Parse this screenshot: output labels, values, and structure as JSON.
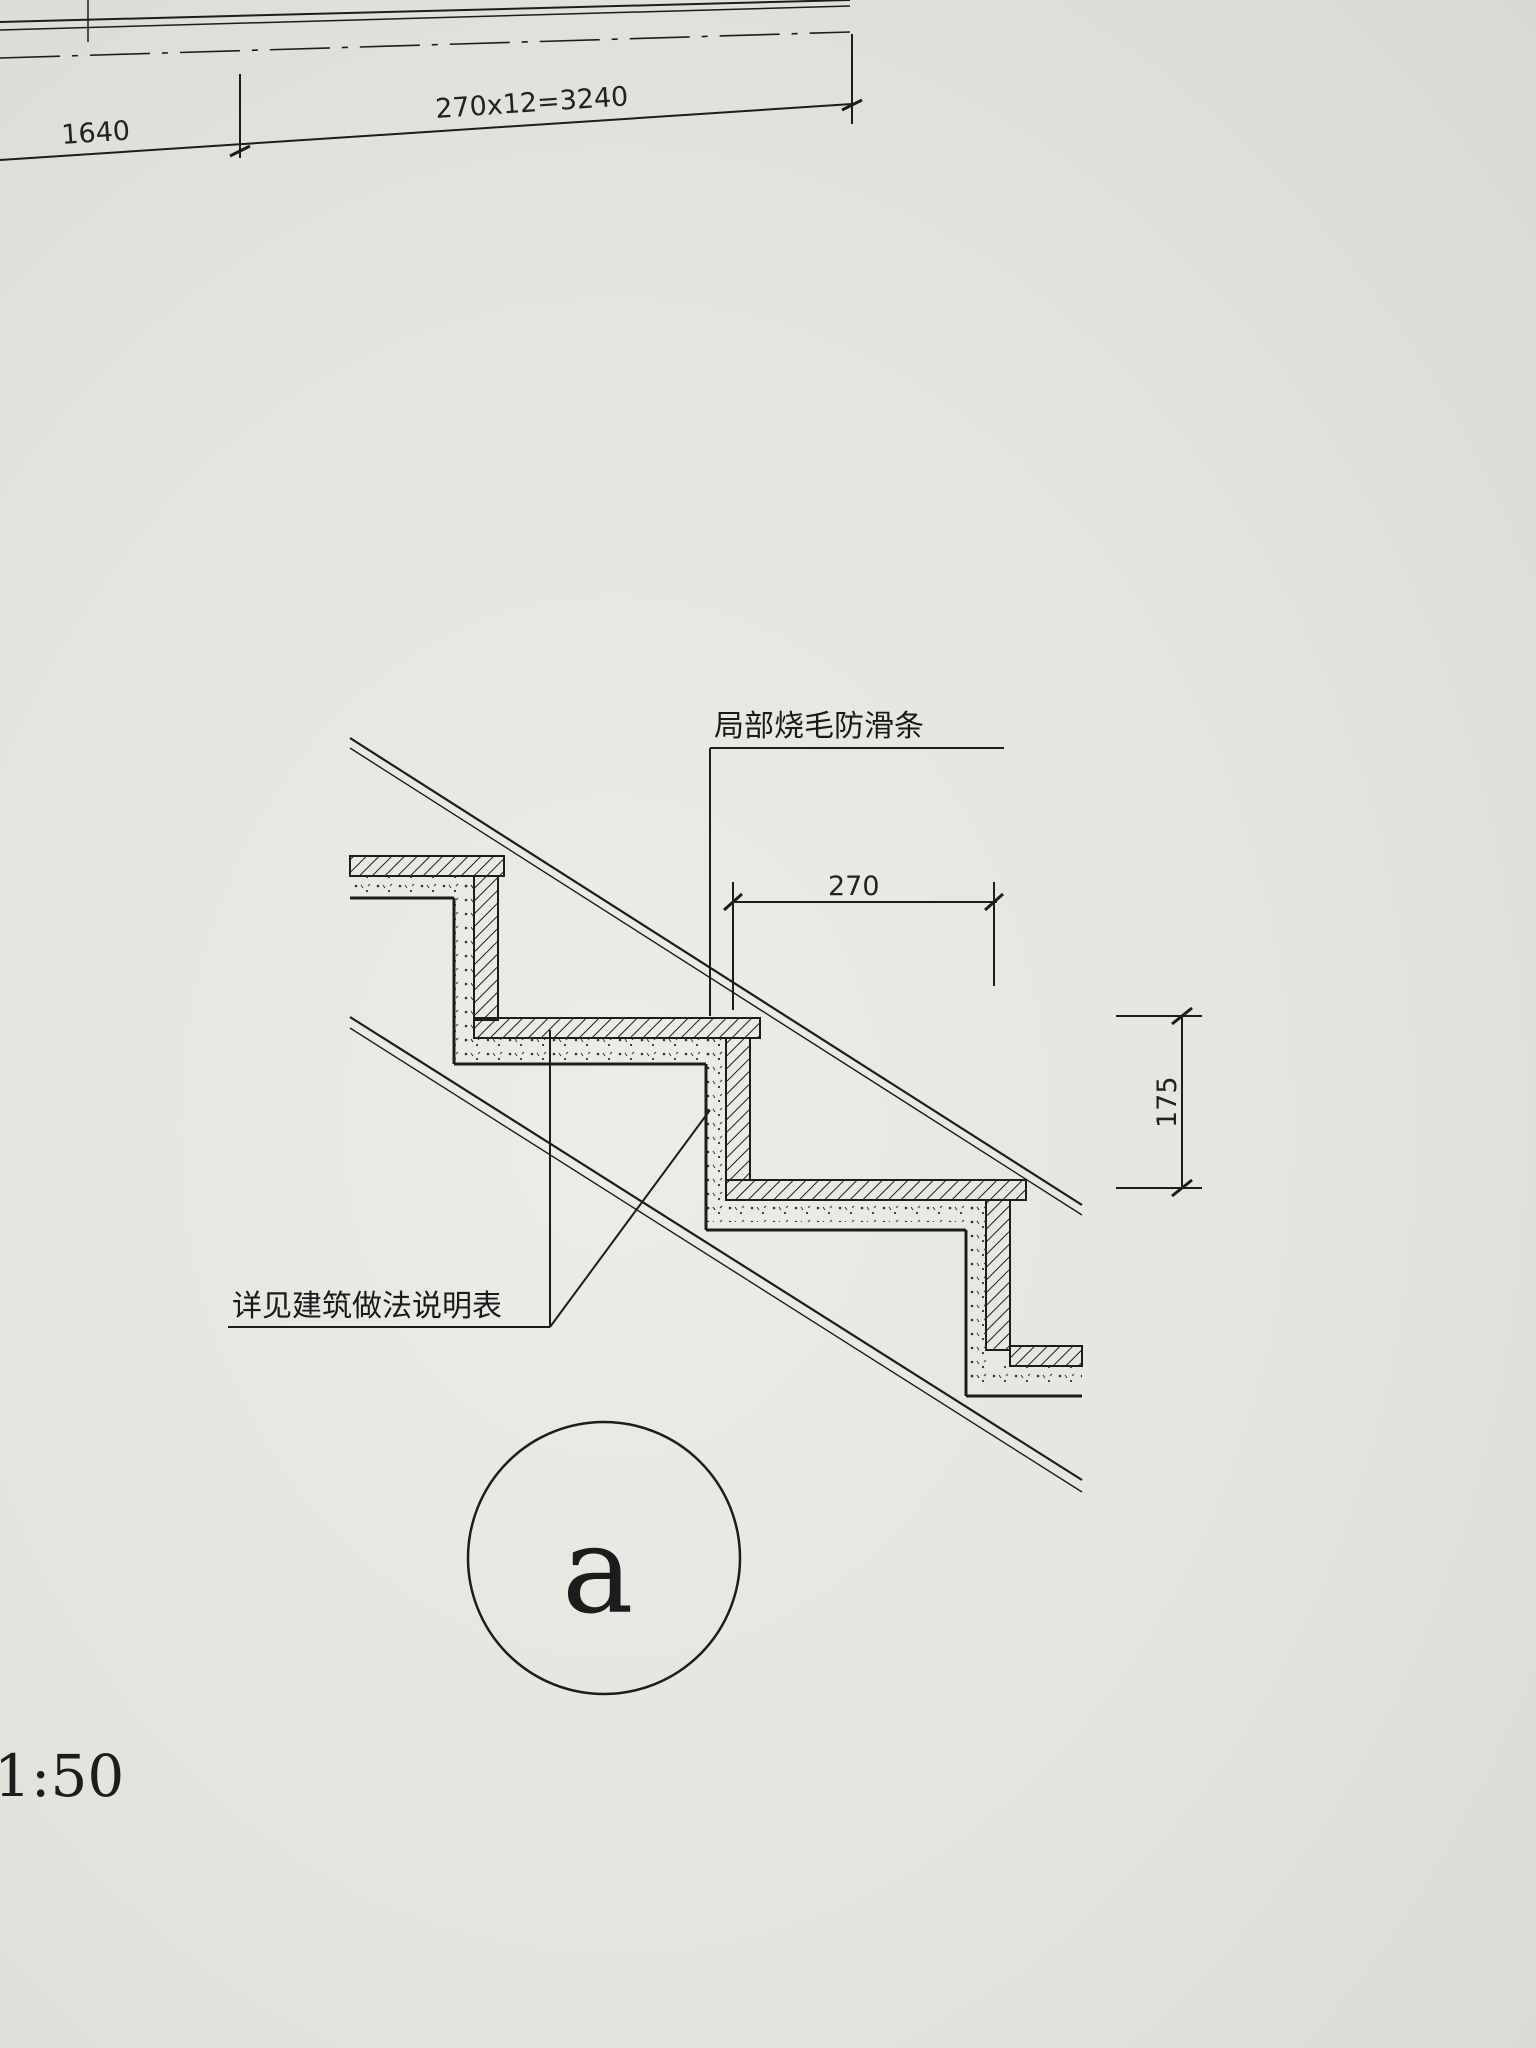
{
  "top_dimensions": {
    "left_segment": "1640",
    "right_segment": "270x12=3240"
  },
  "stair_detail": {
    "tread_dimension": "270",
    "riser_dimension": "175",
    "anti_slip_label": "局部烧毛防滑条",
    "reference_label": "详见建筑做法说明表"
  },
  "detail_marker": {
    "letter": "a"
  },
  "scale": {
    "text": "1:50"
  }
}
